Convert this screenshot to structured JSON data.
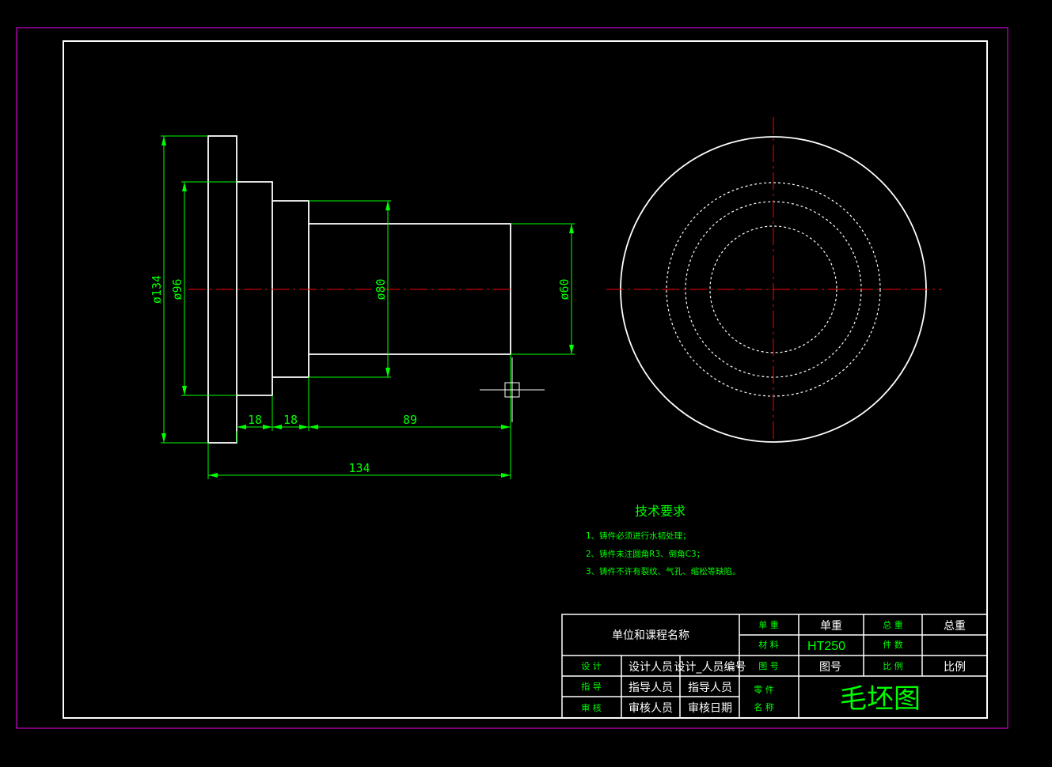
{
  "colors": {
    "background": "#000000",
    "outer_border": "#cc00cc",
    "geometry": "#ffffff",
    "dimension": "#00ff00",
    "centerline": "#ff0000"
  },
  "dimensions": {
    "dia_134": "ø134",
    "dia_96": "ø96",
    "dia_80": "ø80",
    "dia_60": "ø60",
    "len_18a": "18",
    "len_18b": "18",
    "len_89": "89",
    "len_134": "134"
  },
  "notes": {
    "heading": "技术要求",
    "items": [
      "1、铸件必须进行水韧处理；",
      "2、铸件未注圆角R3、倒角C3；",
      "3、铸件不许有裂纹、气孔、缩松等缺陷。"
    ]
  },
  "title_block": {
    "unit_name": "单位和课程名称",
    "unit_weight_label": "单 重",
    "unit_weight_value": "单重",
    "total_weight_label": "总 重",
    "total_weight_value": "总重",
    "material_label": "材 料",
    "material_value": "HT250",
    "quantity_label": "件 数",
    "quantity_value": "",
    "drawing_no_label": "图 号",
    "drawing_no_value": "图号",
    "scale_label": "比 例",
    "scale_value": "比例",
    "design_label": "设 计",
    "design_person": "设计人员",
    "design_person_id": "设计_人员编号",
    "guide_label": "指 导",
    "guide_person": "指导人员",
    "guide_person2": "指导人员",
    "review_label": "审 核",
    "review_person": "审核人员",
    "review_date": "审核日期",
    "part_label_1": "零 件",
    "part_label_2": "名 称",
    "part_name": "毛坯图"
  }
}
